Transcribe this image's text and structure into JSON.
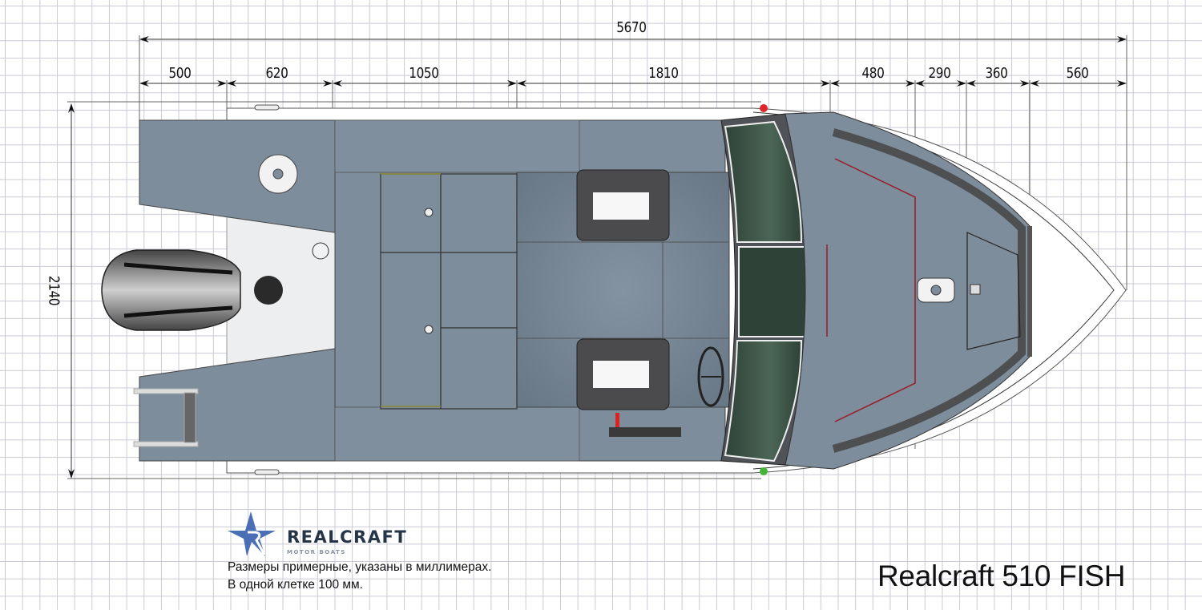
{
  "drawing": {
    "title": "Realcraft 510 FISH",
    "view": "top-view deck layout",
    "units": "mm",
    "grid_cell_mm": 100
  },
  "dimensions": {
    "overall_length": "5670",
    "overall_beam": "2140",
    "segments": [
      "500",
      "620",
      "1050",
      "1810",
      "480",
      "290",
      "360",
      "560"
    ]
  },
  "brand": {
    "name": "REALCRAFT",
    "tagline": "MOTOR BOATS",
    "logo_color": "#4a6fb5",
    "text_color": "#253447"
  },
  "notes": {
    "line1": "Размеры примерные, указаны в миллимерах.",
    "line2": "В одной клетке 100 мм."
  },
  "features": {
    "outboard_motor": "outboard-engine",
    "seats": [
      "driver-seat",
      "passenger-seat"
    ],
    "windshield": "three-panel windshield",
    "nav_lights": {
      "port": "#e0262a",
      "starboard": "#45b33a"
    },
    "helm": "steering-wheel"
  },
  "colors": {
    "deck": "#7d8d9c",
    "deck_dark": "#6b7a89",
    "grid": "#c9cad6",
    "hull_edge": "#4a4d52",
    "glass": "#3d5247",
    "accent_line": "#9b1b24"
  }
}
